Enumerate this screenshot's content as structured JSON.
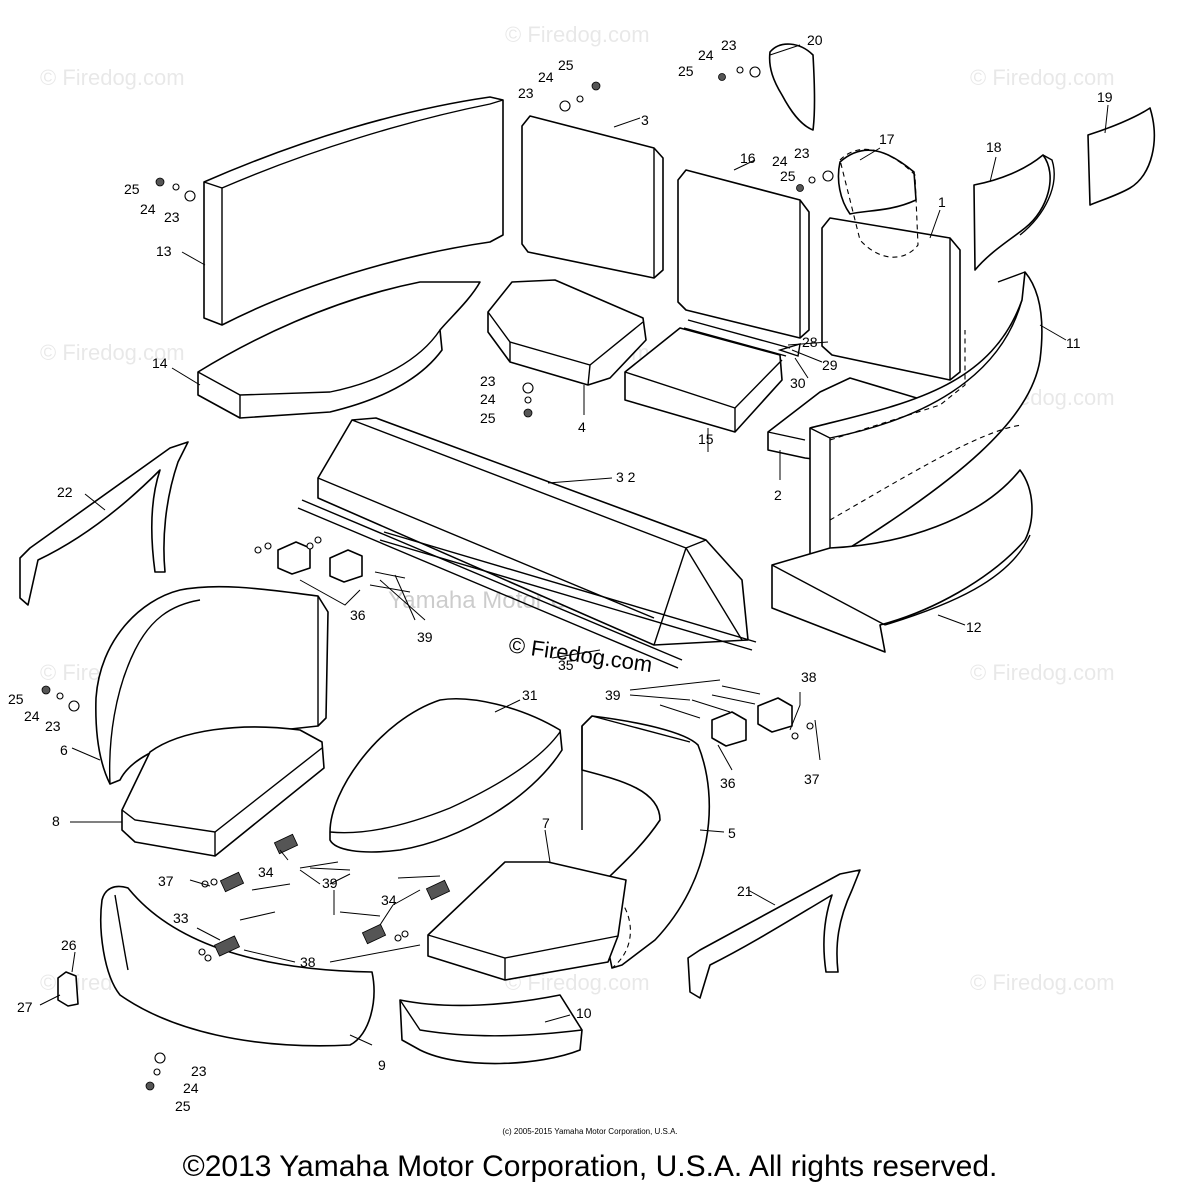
{
  "watermarks": {
    "site": "© Firedog.com",
    "brand": "Yamaha Motor Corp. U.S.A."
  },
  "callouts": {
    "n1": "1",
    "n2": "2",
    "n3": "3",
    "n4": "4",
    "n5": "5",
    "n6": "6",
    "n7": "7",
    "n8": "8",
    "n9": "9",
    "n10": "10",
    "n11": "11",
    "n12": "12",
    "n13": "13",
    "n14": "14",
    "n15": "15",
    "n16": "16",
    "n17": "17",
    "n18": "18",
    "n19": "19",
    "n20": "20",
    "n21": "21",
    "n22": "22",
    "n23": "23",
    "n24": "24",
    "n25": "25",
    "n26": "26",
    "n27": "27",
    "n28": "28",
    "n29": "29",
    "n30": "30",
    "n31": "31",
    "n32": "3 2",
    "n33": "33",
    "n34": "34",
    "n35": "35",
    "n36": "36",
    "n37": "37",
    "n38": "38",
    "n39": "39"
  },
  "footer": {
    "small_notice": "(c) 2005-2015 Yamaha Motor Corporation, U.S.A.",
    "copyright": "©2013 Yamaha Motor Corporation, U.S.A. All rights reserved."
  }
}
